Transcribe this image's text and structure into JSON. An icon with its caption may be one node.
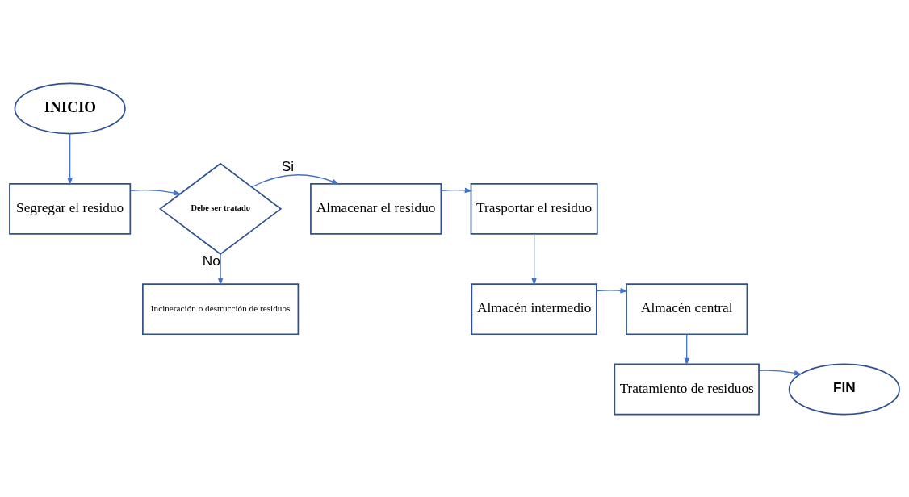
{
  "diagram": {
    "nodes": [
      {
        "text": [
          "INICIO"
        ]
      },
      {
        "text": [
          "Segregar el residuo"
        ]
      },
      {
        "text": [
          "Debe ser tratado"
        ]
      },
      {
        "text": [
          "Almacenar el residuo"
        ]
      },
      {
        "text": [
          "Trasportar el residuo"
        ]
      },
      {
        "text": [
          "Incineración o destrucción de residuos"
        ]
      },
      {
        "text": [
          "Almacén central"
        ]
      },
      {
        "text": [
          "Almacén intermedio"
        ]
      },
      {
        "text": [
          "Tratamiento de residuos"
        ]
      },
      {
        "text": [
          "FIN"
        ]
      }
    ],
    "edges": [
      {
        "from": 0,
        "to": 1,
        "arrow": "to"
      },
      {
        "from": 1,
        "to": 2,
        "arrow": "to"
      },
      {
        "from": 2,
        "to": 3,
        "arrow": "to",
        "label": "Si"
      },
      {
        "from": 2,
        "to": 5,
        "arrow": "to",
        "label": "No"
      },
      {
        "from": 3,
        "to": 4,
        "arrow": "to"
      },
      {
        "from": 4,
        "to": 7,
        "arrow": "to"
      },
      {
        "from": 7,
        "to": 6,
        "arrow": "to"
      },
      {
        "from": 6,
        "to": 8,
        "arrow": "to"
      },
      {
        "from": 8,
        "to": 9,
        "arrow": "to"
      }
    ]
  }
}
